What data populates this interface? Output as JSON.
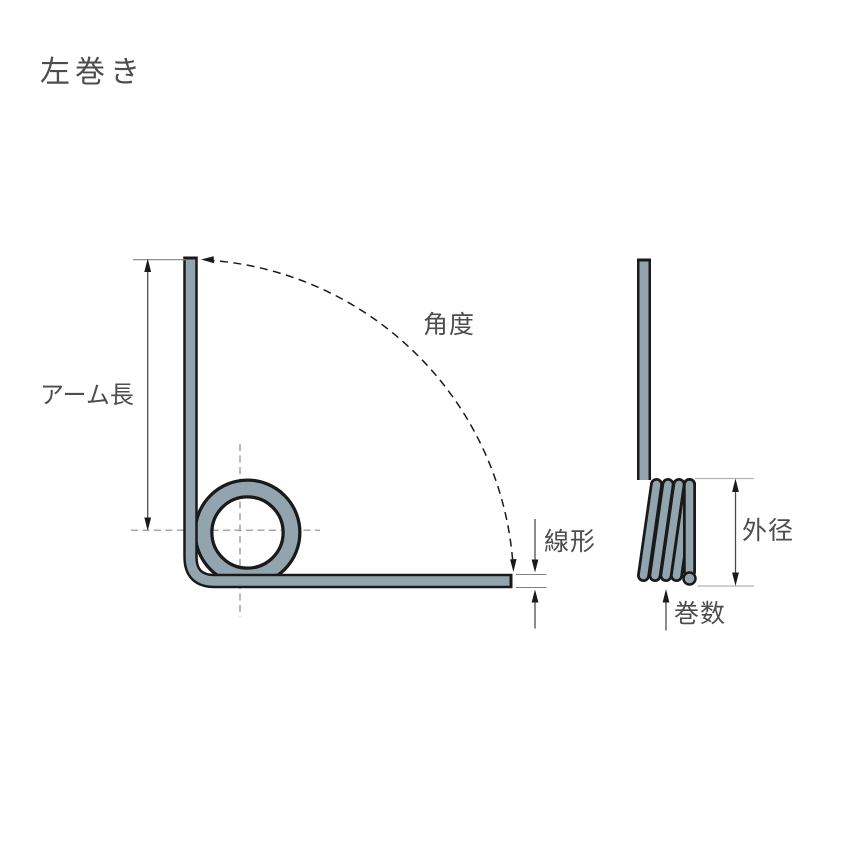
{
  "title": "左巻き",
  "labels": {
    "arm_length": "アーム長",
    "angle": "角度",
    "wire_diameter": "線形",
    "outer_diameter": "外径",
    "coil_count": "巻数"
  },
  "theme": {
    "wire_fill": "#92a5ae",
    "wire_outline": "#1a1a1a",
    "label_color": "#4d4d4d",
    "dim_color": "#4d4d4d",
    "arrow_color": "#1a1a1a",
    "ext_color": "#808080",
    "centerline_color": "#8c8c8c",
    "ext_light": "#b5b5b5",
    "bg": "#ffffff"
  }
}
